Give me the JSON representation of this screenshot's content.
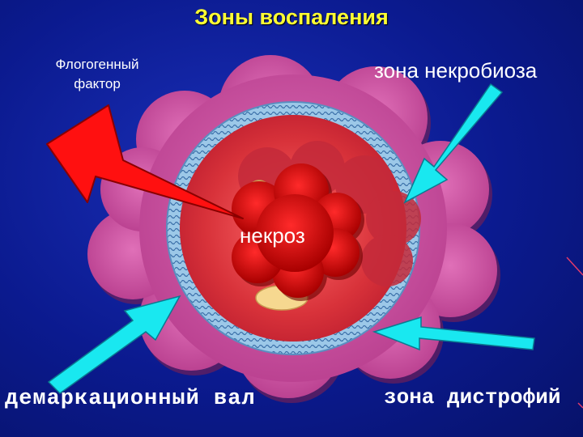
{
  "title": "Зоны воспаления",
  "labels": {
    "phlogogenic_factor": "Флогогенный фактор",
    "necrobiosis_zone": "зона некробиоза",
    "necrosis": "некроз",
    "demarcation_line": "демаркационный вал",
    "dystrophy_zone": "зона дистрофий"
  },
  "colors": {
    "background": "#0b1a8f",
    "title": "#ffff33",
    "dystrophy_cloud": "#c8509a",
    "necrobiosis_zone": "#d8323a",
    "necrosis_core": "#cc0a0a",
    "demarcation_ring": "#7fb2d8",
    "arrows": "#19e8f0",
    "phlogogenic_bolt": "#ff1010"
  }
}
